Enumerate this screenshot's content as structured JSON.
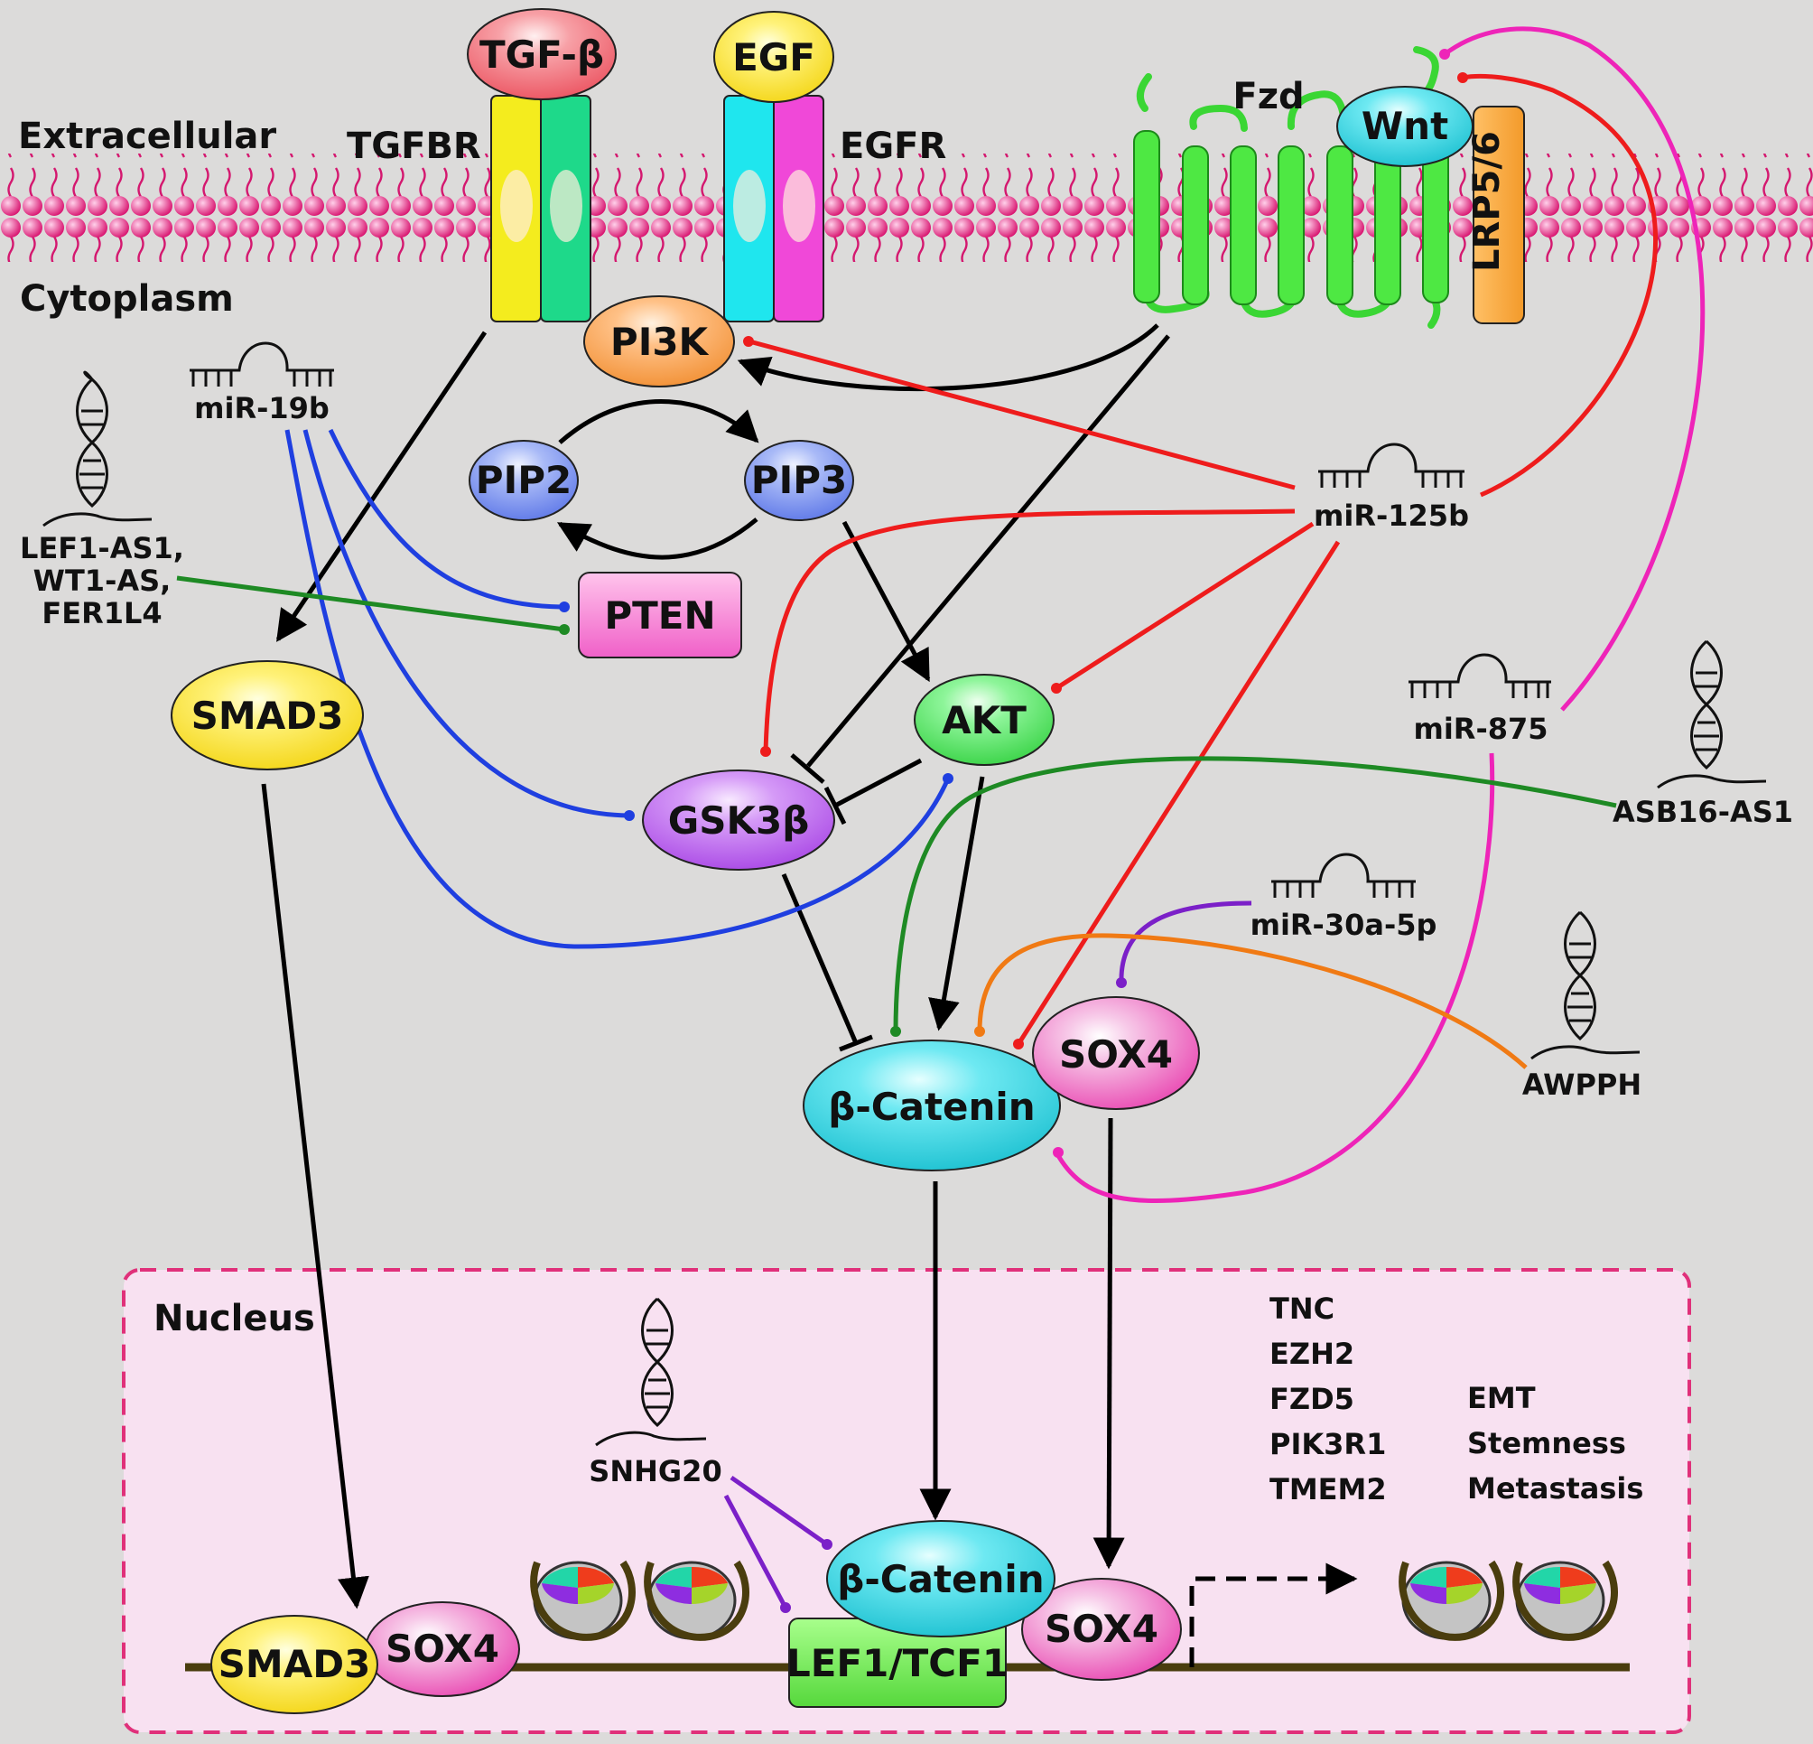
{
  "regions": {
    "extracellular": "Extracellular",
    "cytoplasm": "Cytoplasm",
    "nucleus": "Nucleus"
  },
  "ligands": {
    "tgfb": "TGF-β",
    "egf": "EGF",
    "wnt": "Wnt"
  },
  "receptors": {
    "tgfbr": "TGFBR",
    "egfr": "EGFR",
    "fzd": "Fzd",
    "lrp": "LRP5/6"
  },
  "nodes": {
    "pi3k": "PI3K",
    "pip2": "PIP2",
    "pip3": "PIP3",
    "pten": "PTEN",
    "akt": "AKT",
    "gsk3b": "GSK3β",
    "smad3": "SMAD3",
    "bcatenin": "β-Catenin",
    "sox4": "SOX4",
    "smad3_nuc": "SMAD3",
    "sox4_nuc_left": "SOX4",
    "bcatenin_nuc": "β-Catenin",
    "sox4_nuc_right": "SOX4",
    "lef1tcf1": "LEF1/TCF1"
  },
  "mirnas": {
    "mir19b": "miR-19b",
    "mir125b": "miR-125b",
    "mir875": "miR-875",
    "mir30a": "miR-30a-5p"
  },
  "lncrnas": {
    "left_line1": "LEF1-AS1,",
    "left_line2": "WT1-AS,",
    "left_line3": "FER1L4",
    "asb16": "ASB16-AS1",
    "awpph": "AWPPH",
    "snhg20": "SNHG20"
  },
  "target_genes": [
    "TNC",
    "EZH2",
    "FZD5",
    "PIK3R1",
    "TMEM2"
  ],
  "outcomes": [
    "EMT",
    "Stemness",
    "Metastasis"
  ],
  "colors": {
    "background": "#dcdbda",
    "membrane": "#e2157a",
    "nucleus_fill": "#f8e1f1",
    "nucleus_border": "#e0307a",
    "inhibition_blue": "#1f3fe0",
    "inhibition_red": "#ee1c1c",
    "lnc_green": "#1e8a24",
    "mir875_magenta": "#ee24b8",
    "mir30a_purple": "#7b20c8",
    "awpph_orange": "#f07a14"
  }
}
